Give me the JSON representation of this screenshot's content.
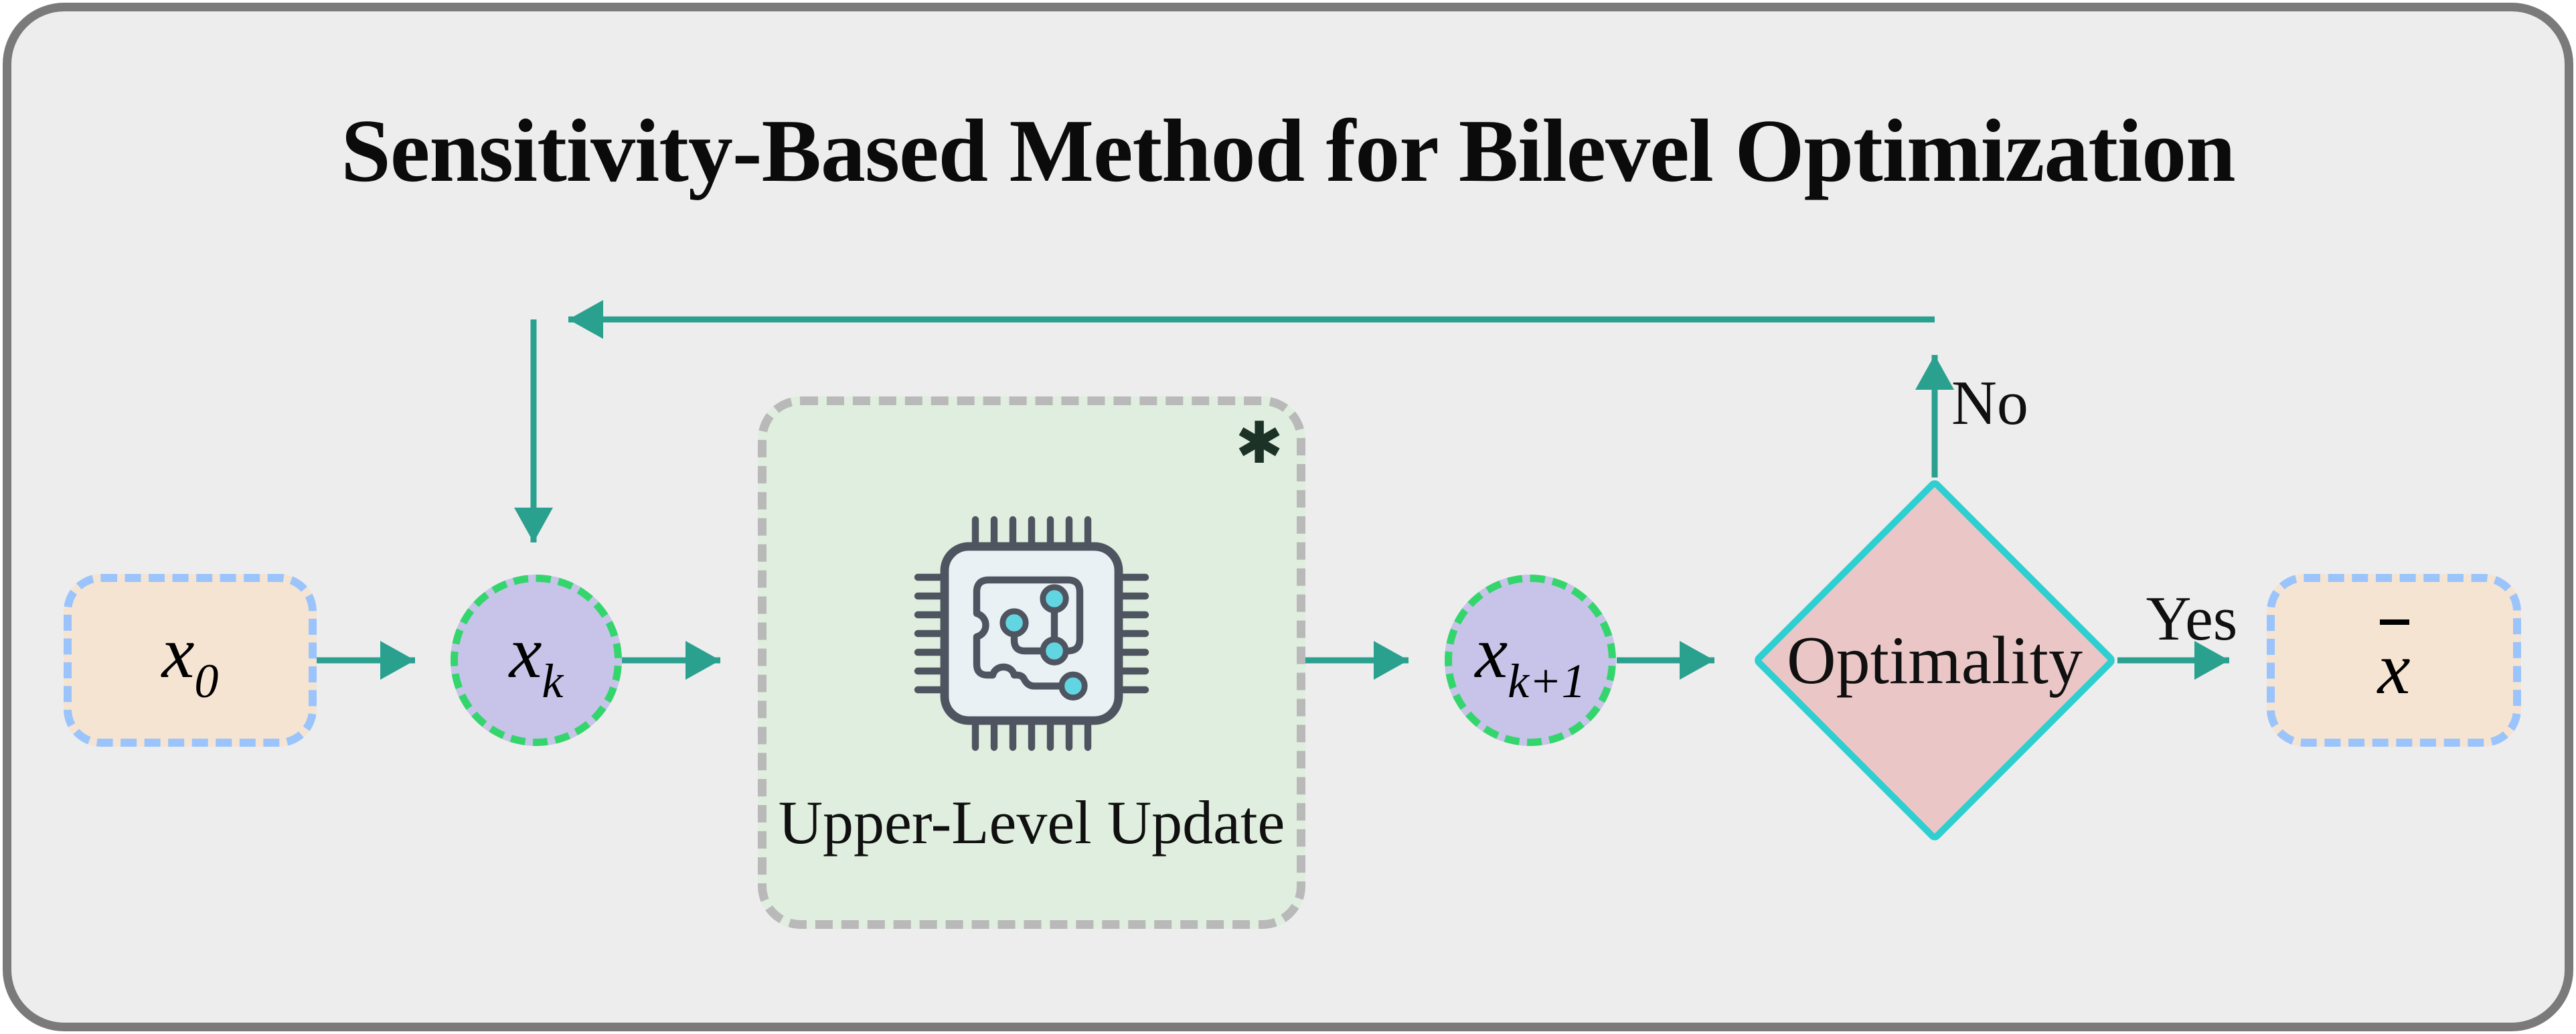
{
  "title": "Sensitivity-Based Method for Bilevel Optimization",
  "nodes": {
    "x0": {
      "base": "x",
      "sub": "0"
    },
    "xk": {
      "base": "x",
      "sub": "k"
    },
    "upper": {
      "label": "Upper-Level Update",
      "asterisk": "✱",
      "icon": "cpu-circuit-icon"
    },
    "xk1": {
      "base": "x",
      "sub": "k+1"
    },
    "decision": {
      "label": "Optimality"
    },
    "xbar": {
      "base": "x"
    }
  },
  "edges": {
    "yes_label": "Yes",
    "no_label": "No"
  },
  "colors": {
    "background": "#EDEDED",
    "frame_border": "#7A7A7A",
    "arrow_teal": "#2AA08F",
    "circle_fill": "#C7C3E9",
    "circle_dash": "#35D56E",
    "terminal_fill": "#F6E4D3",
    "terminal_dash": "#9AC4FB",
    "process_fill": "#DFEEDE",
    "process_dash": "#B9B9B9",
    "diamond_fill": "#EBC6C6",
    "diamond_border": "#2FCED0",
    "asterisk": "#1C3227",
    "chip_stroke": "#4F5560",
    "chip_fill": "#E9F1F5",
    "chip_node_fill": "#61D6E2"
  }
}
